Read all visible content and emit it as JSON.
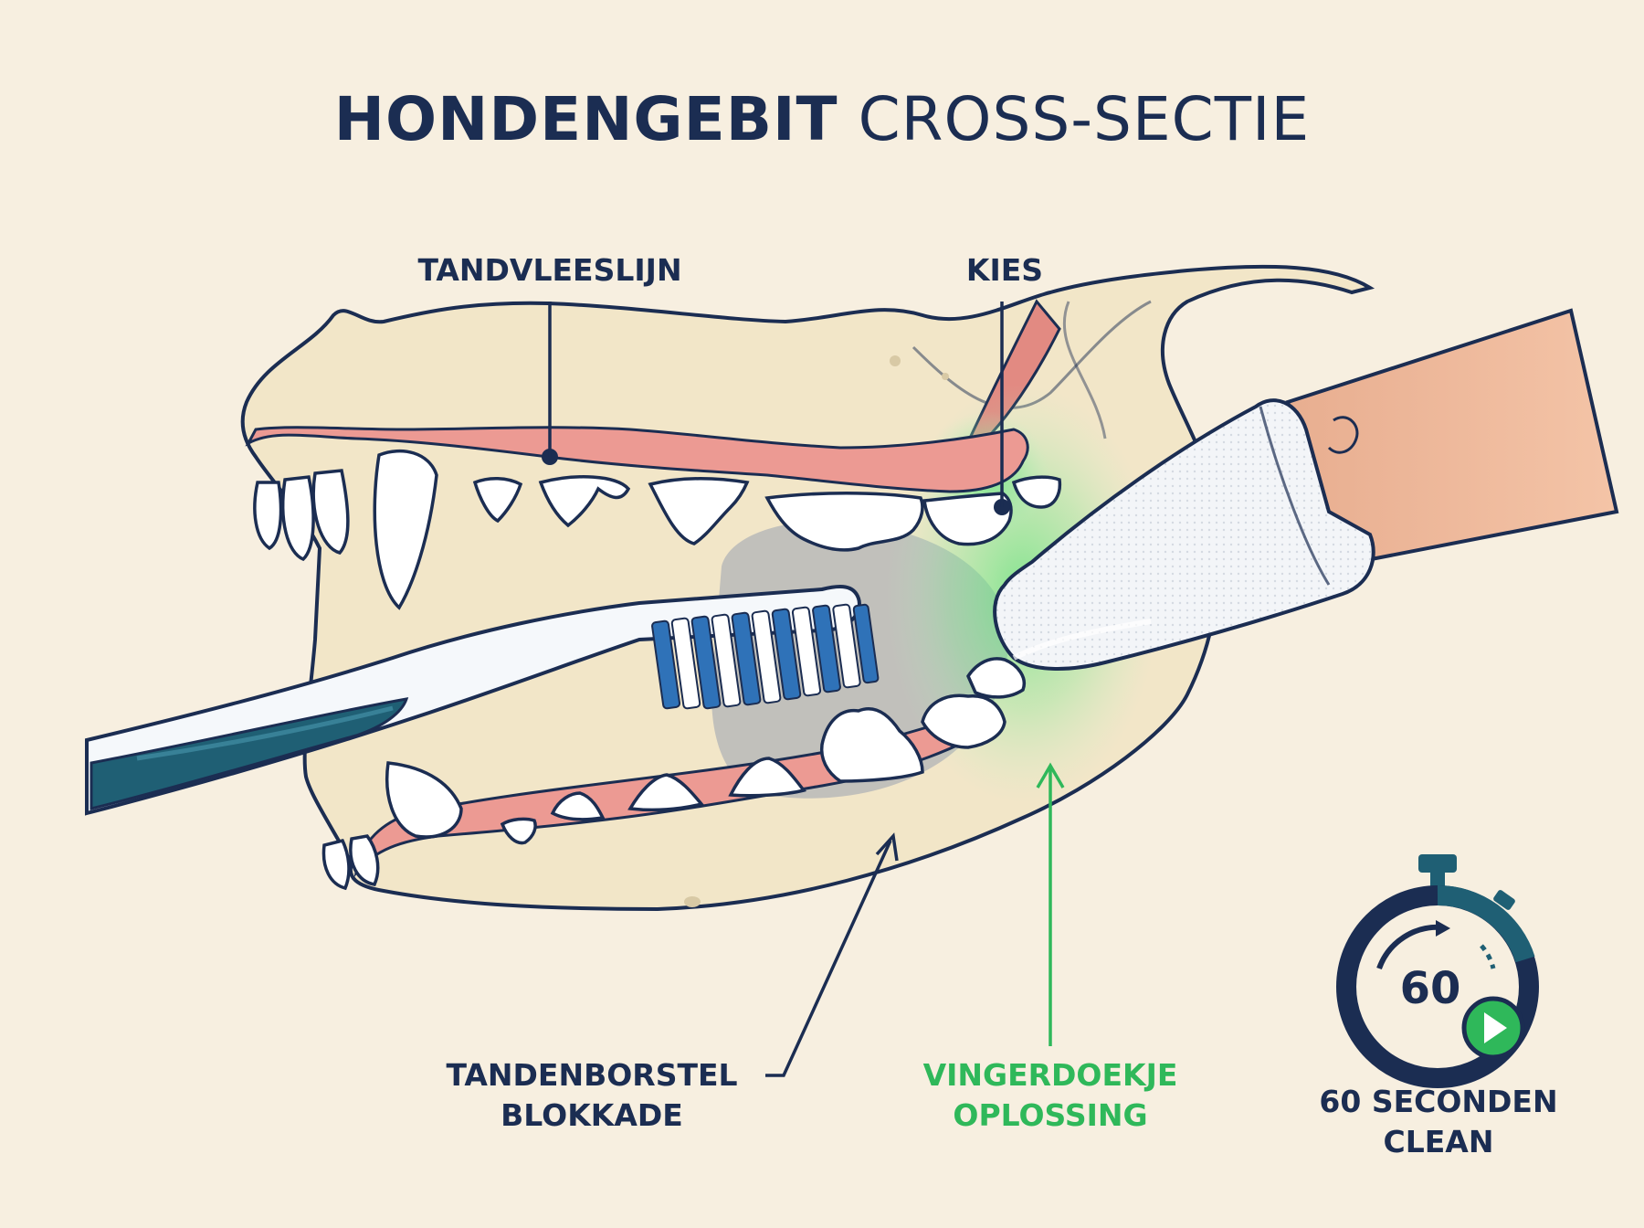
{
  "title": {
    "bold": "HONDENGEBIT",
    "light": "CROSS-SECTIE"
  },
  "labels": {
    "gumline": "TANDVLEESLIJN",
    "molar": "KIES",
    "toothbrush_line1": "TANDENBORSTEL",
    "toothbrush_line2": "BLOKKADE",
    "fingercloth_line1": "VINGERDOEKJE",
    "fingercloth_line2": "OPLOSSING"
  },
  "timer": {
    "number": "60",
    "caption_line1": "60 SECONDEN",
    "caption_line2": "CLEAN"
  },
  "colors": {
    "navy": "#1b2d52",
    "accent_green": "#2fb85a",
    "gum": "#ec9a93",
    "bone": "#f2e6c8",
    "teeth": "#ffffff",
    "brush_blue": "#2f72b8",
    "handle_teal": "#1f5f74",
    "background": "#f7efe0"
  },
  "icons": [
    "stopwatch-icon",
    "play-icon"
  ]
}
